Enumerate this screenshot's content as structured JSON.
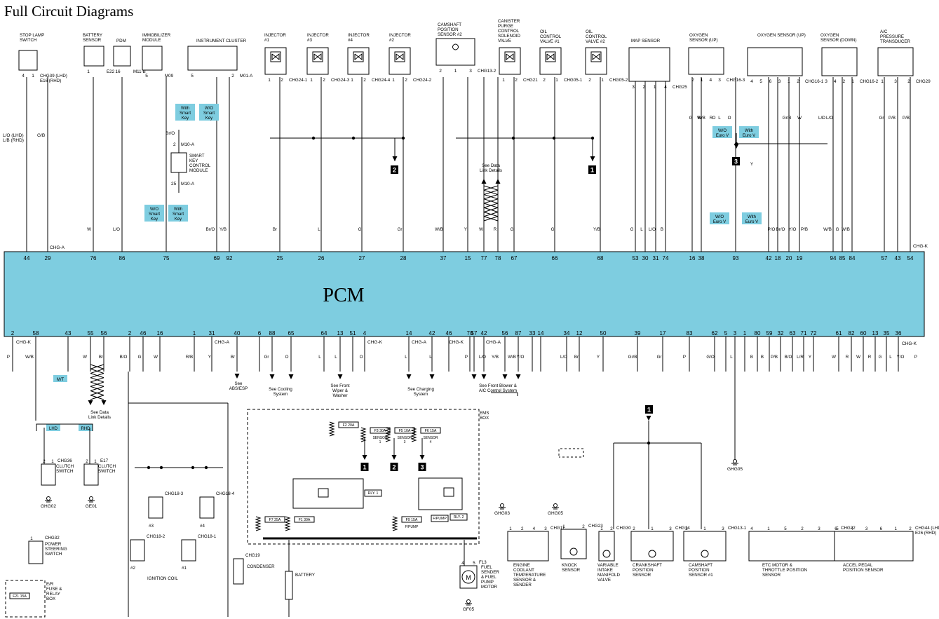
{
  "page": {
    "title": "Full Circuit Diagrams"
  },
  "pcm": {
    "label": "PCM",
    "color": "#7ecde0"
  },
  "colors": {
    "tag_fill": "#7ecde0",
    "line": "#000000"
  },
  "top_components": [
    {
      "id": "stop-lamp-switch",
      "name": [
        "STOP LAMP",
        "SWITCH"
      ],
      "pins": [
        "4",
        "1"
      ],
      "conn": [
        "CHG39 (LHD)",
        "E16 (RHD)"
      ]
    },
    {
      "id": "battery-sensor",
      "name": [
        "BATTERY",
        "SENSOR"
      ],
      "pins": [
        "1"
      ],
      "conn": [
        "E22"
      ]
    },
    {
      "id": "pdm",
      "name": [
        "PDM"
      ],
      "pins": [
        "16"
      ],
      "conn": [
        "M11-B"
      ]
    },
    {
      "id": "immobilizer-module",
      "name": [
        "IMMOBILIZER",
        "MODULE"
      ],
      "pins": [
        "5"
      ],
      "conn": [
        "M09"
      ]
    },
    {
      "id": "instrument-cluster",
      "name": [
        "INSTRUMENT CLUSTER"
      ],
      "pins": [
        "5",
        "2"
      ],
      "conn": [
        "M01-A"
      ]
    },
    {
      "id": "injector-1",
      "name": [
        "INJECTOR",
        "#1"
      ],
      "pins": [
        "1",
        "2"
      ],
      "conn": [
        "CHG24-1"
      ]
    },
    {
      "id": "injector-3",
      "name": [
        "INJECTOR",
        "#3"
      ],
      "pins": [
        "1",
        "2"
      ],
      "conn": [
        "CHG24-3"
      ]
    },
    {
      "id": "injector-4",
      "name": [
        "INJECTOR",
        "#4"
      ],
      "pins": [
        "1",
        "2"
      ],
      "conn": [
        "CHG24-4"
      ]
    },
    {
      "id": "injector-2",
      "name": [
        "INJECTOR",
        "#2"
      ],
      "pins": [
        "1",
        "2"
      ],
      "conn": [
        "CHG24-2"
      ]
    },
    {
      "id": "camshaft-sensor-2",
      "name": [
        "CAMSHAFT",
        "POSITION",
        "SENSOR #2"
      ],
      "pins": [
        "2",
        "1",
        "3"
      ],
      "conn": [
        "CHG13-2"
      ]
    },
    {
      "id": "canister-purge",
      "name": [
        "CANISTER",
        "PURGE",
        "CONTROL",
        "SOLENOID",
        "VALVE"
      ],
      "pins": [
        "1",
        "2"
      ],
      "conn": [
        "CHG21"
      ]
    },
    {
      "id": "ocv-1",
      "name": [
        "OIL",
        "CONTROL",
        "VALVE #1"
      ],
      "pins": [
        "2",
        "1"
      ],
      "conn": [
        "CHG05-1"
      ]
    },
    {
      "id": "ocv-2",
      "name": [
        "OIL",
        "CONTROL",
        "VALVE #2"
      ],
      "pins": [
        "2",
        "1"
      ],
      "conn": [
        "CHG05-2"
      ]
    },
    {
      "id": "map-sensor",
      "name": [
        "MAP SENSOR"
      ],
      "pins": [
        "3",
        "2",
        "1",
        "4"
      ],
      "conn": [
        "CHG25"
      ]
    },
    {
      "id": "o2-up-1",
      "name": [
        "OXYGEN",
        "SENSOR (UP)"
      ],
      "pins": [
        "2",
        "1",
        "4",
        "3"
      ],
      "conn": [
        "CHG16-3"
      ]
    },
    {
      "id": "o2-up-2",
      "name": [
        "OXYGEN SENSOR (UP)"
      ],
      "pins": [
        "4",
        "5",
        "6",
        "3",
        "1",
        "2"
      ],
      "conn": [
        "CHG16-1"
      ]
    },
    {
      "id": "o2-down",
      "name": [
        "OXYGEN",
        "SENSOR (DOWN)"
      ],
      "pins": [
        "3",
        "4",
        "2",
        "1"
      ],
      "conn": [
        "CHG16-2"
      ]
    },
    {
      "id": "ac-pressure",
      "name": [
        "A/C",
        "PRESSURE",
        "TRANSDUCER"
      ],
      "pins": [
        "1",
        "3",
        "2"
      ],
      "conn": [
        "CHG29"
      ]
    }
  ],
  "top_pins": [
    "44",
    "29",
    "76",
    "86",
    "75",
    "69",
    "92",
    "25",
    "26",
    "27",
    "28",
    "37",
    "15",
    "77",
    "78",
    "67",
    "66",
    "68",
    "53",
    "30",
    "31",
    "74",
    "16",
    "38",
    "93",
    "42",
    "18",
    "20",
    "19",
    "94",
    "85",
    "84",
    "57",
    "43",
    "54"
  ],
  "top_wires": [
    "W",
    "L/O",
    "Br/O",
    "Y/B",
    "Br",
    "L",
    "G",
    "Gr",
    "W/B",
    "Y",
    "W",
    "R",
    "G",
    "G",
    "Y/B",
    "G",
    "L",
    "L/O",
    "B",
    "G",
    "W/B",
    "P/O",
    "Br/O",
    "Y/O",
    "P/B",
    "W/B",
    "G",
    "W/B",
    "Gr",
    "P/B",
    "P/B",
    "O",
    "O",
    "Gr/B",
    "W",
    "L/O",
    "L/O",
    "B",
    "R",
    "L",
    "Y",
    "L"
  ],
  "top_labels": {
    "chg_a_top": "CHG-A",
    "chg_k_top": "CHG-K",
    "l_o_lhd": "L/O (LHD)",
    "l_b_rhd": "L/B (RHD)",
    "g_b": "G/B",
    "smart_key": [
      "SMART",
      "KEY",
      "CONTROL",
      "MODULE"
    ],
    "m10a_top": "M10-A",
    "m10a_bottom": "M10-A",
    "m10a_pin2": "2",
    "m10a_pin25": "25",
    "br_o": "Br/O",
    "data_link": [
      "See Data",
      "Link Details"
    ],
    "ref_1": "1",
    "ref_2": "2",
    "ref_3": "3"
  },
  "tags": [
    {
      "t": [
        "With",
        "Smart",
        "Key"
      ]
    },
    {
      "t": [
        "W/O",
        "Smart",
        "Key"
      ]
    },
    {
      "t": [
        "W/O",
        "Smart",
        "Key"
      ]
    },
    {
      "t": [
        "With",
        "Smart",
        "Key"
      ]
    },
    {
      "t": [
        "W/O",
        "Euro V"
      ]
    },
    {
      "t": [
        "With",
        "Euro V"
      ]
    },
    {
      "t": [
        "W/O",
        "Euro V"
      ]
    },
    {
      "t": [
        "With",
        "Euro V"
      ]
    },
    {
      "t": [
        "M/T"
      ]
    },
    {
      "t": [
        "LHD"
      ]
    },
    {
      "t": [
        "RHD"
      ]
    }
  ],
  "bottom_pins": [
    "2",
    "58",
    "43",
    "55",
    "56",
    "2",
    "46",
    "16",
    "1",
    "31",
    "40",
    "6",
    "88",
    "65",
    "64",
    "13",
    "51",
    "4",
    "14",
    "42",
    "46",
    "70",
    "57",
    "42",
    "56",
    "87",
    "33",
    "14",
    "34",
    "12",
    "50",
    "39",
    "17",
    "83",
    "62",
    "5",
    "3",
    "1",
    "80",
    "59",
    "32",
    "63",
    "71",
    "72",
    "61",
    "82",
    "60",
    "13",
    "35",
    "36"
  ],
  "bottom_wires": [
    "P",
    "W/B",
    "W",
    "Br",
    "B/O",
    "G",
    "W",
    "R/B",
    "Y",
    "Br",
    "Gr",
    "O",
    "L",
    "L",
    "O",
    "L",
    "L",
    "P",
    "L/O",
    "Y/B",
    "W/B",
    "Y/O",
    "L/O",
    "Br",
    "Y",
    "Gr/B",
    "Gr",
    "P",
    "G/O",
    "L",
    "B",
    "B",
    "P/B",
    "B/O",
    "L/R",
    "Y",
    "W",
    "R",
    "W",
    "R",
    "G",
    "L",
    "Y/O",
    "P"
  ],
  "bottom_refs": {
    "chg_k_left": "CHG-K",
    "chg_a_mid": "CHG-A",
    "chg_k_mid": "CHG-K",
    "chg_a_charge": "CHG-A",
    "chg_k_charge": "CHG-K",
    "chg_a_blower": "CHG-A",
    "chg_k_right": "CHG-K",
    "abs": [
      "See",
      "ABS/ESP"
    ],
    "cooling": [
      "See Cooling",
      "System"
    ],
    "wiper": [
      "See Front",
      "Wiper &",
      "Washer"
    ],
    "charging": [
      "See Charging",
      "System"
    ],
    "blower": [
      "See Front Blower &",
      "A/C Control System"
    ],
    "data_link": [
      "See Data",
      "Link Details"
    ],
    "ems_box": [
      "EMS",
      "BOX"
    ]
  },
  "bottom_components": [
    {
      "id": "clutch-switch-lhd",
      "name": [
        "CLUTCH",
        "SWITCH"
      ],
      "conn": "CHG36",
      "pins": [
        "2",
        "1"
      ],
      "gnd": "GHG02"
    },
    {
      "id": "clutch-switch-rhd",
      "name": [
        "CLUTCH",
        "SWITCH"
      ],
      "conn": "E17",
      "pins": [
        "2",
        "1"
      ],
      "gnd": "GE01"
    },
    {
      "id": "power-steering-switch",
      "name": [
        "POWER",
        "STEERING",
        "SWITCH"
      ],
      "conn": "CHG32",
      "pins": [
        "1"
      ]
    },
    {
      "id": "er-fuse-relay-box",
      "name": [
        "E/R",
        "FUSE &",
        "RELAY",
        "BOX"
      ],
      "fuse": "F21 15A"
    },
    {
      "id": "ignition-coil-3",
      "name": [
        "#3"
      ],
      "conn": "CHG18-3"
    },
    {
      "id": "ignition-coil-4",
      "name": [
        "#4"
      ],
      "conn": "CHG18-4"
    },
    {
      "id": "ignition-coil-2",
      "name": [
        "#2"
      ],
      "conn": "CHG18-2"
    },
    {
      "id": "ignition-coil-1",
      "name": [
        "#1"
      ],
      "conn": "CHG18-1"
    },
    {
      "id": "ignition-coil-label",
      "name": [
        "IGNITION COIL"
      ]
    },
    {
      "id": "condenser",
      "name": [
        "CONDENSER"
      ],
      "conn": "CHG19"
    },
    {
      "id": "battery",
      "name": [
        "BATTERY"
      ]
    },
    {
      "id": "fuel-pump",
      "name": [
        "FUEL",
        "SENDER",
        "& FUEL",
        "PUMP",
        "MOTOR"
      ],
      "conn": "F13",
      "pins": [
        "4",
        "5"
      ],
      "gnd": "GF05"
    },
    {
      "id": "ect-sensor",
      "name": [
        "ENGINE",
        "COOLANT",
        "TEMPERATURE",
        "SENSOR &",
        "SENDER"
      ],
      "conn": "CHG11",
      "pins": [
        "1",
        "2",
        "4",
        "3"
      ]
    },
    {
      "id": "knock-sensor",
      "name": [
        "KNOCK",
        "SENSOR"
      ],
      "conn": "CHG23",
      "pins": [
        "1",
        "2"
      ]
    },
    {
      "id": "vim-valve",
      "name": [
        "VARIABLE",
        "INTAKE",
        "MANIFOLD",
        "VALVE"
      ],
      "conn": "CHG30",
      "pins": [
        "1",
        "2"
      ]
    },
    {
      "id": "ckp-sensor",
      "name": [
        "CRANKSHAFT",
        "POSITION",
        "SENSOR"
      ],
      "conn": "CHG14",
      "pins": [
        "2",
        "1",
        "3"
      ]
    },
    {
      "id": "cmp-sensor-1",
      "name": [
        "CAMSHAFT",
        "POSITION",
        "SENSOR #1"
      ],
      "conn": "CHG13-1",
      "pins": [
        "2",
        "1",
        "3"
      ]
    },
    {
      "id": "etc-motor",
      "name": [
        "ETC MOTOR &",
        "THROTTLE POSITION",
        "SENSOR"
      ],
      "conn": "CHG22",
      "pins": [
        "4",
        "1",
        "5",
        "2",
        "3",
        "6"
      ]
    },
    {
      "id": "accel-pedal",
      "name": [
        "ACCEL PEDAL",
        "POSITION SENSOR"
      ],
      "conn": "CHG44 (LHD)",
      "conn2": "E26 (RHD)",
      "pins": [
        "5",
        "4",
        "3",
        "6",
        "1",
        "2"
      ]
    }
  ],
  "fuses": [
    {
      "t": "F2 20A"
    },
    {
      "t": "F3 30A",
      "s": [
        "SENSOR",
        "1"
      ]
    },
    {
      "t": "F5 10A",
      "s": [
        "SENSOR",
        "3"
      ]
    },
    {
      "t": "F6 15A",
      "s": [
        "SENSOR",
        "4"
      ]
    },
    {
      "t": "F7 25A"
    },
    {
      "t": "F1 30A"
    },
    {
      "t": "F9 15A",
      "s": [
        "F/PUMP"
      ]
    }
  ],
  "relays": [
    {
      "t": "RLY. 1"
    },
    {
      "t": "F/PUMP"
    },
    {
      "t": "RLY. 2"
    }
  ],
  "grounds": [
    "GHG03",
    "GHG05",
    "GHG05"
  ]
}
